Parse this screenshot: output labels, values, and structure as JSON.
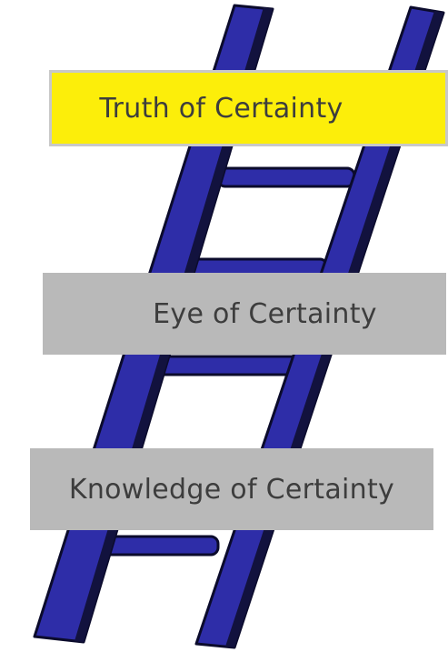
{
  "levels": [
    {
      "label": "Truth of Certainty",
      "color": "#fcee0a"
    },
    {
      "label": "Eye of Certainty",
      "color": "#b9b9b9"
    },
    {
      "label": "Knowledge of Certainty",
      "color": "#b9b9b9"
    }
  ],
  "ladder": {
    "color": "#2e2da8",
    "outline": "#0b0b2c"
  }
}
